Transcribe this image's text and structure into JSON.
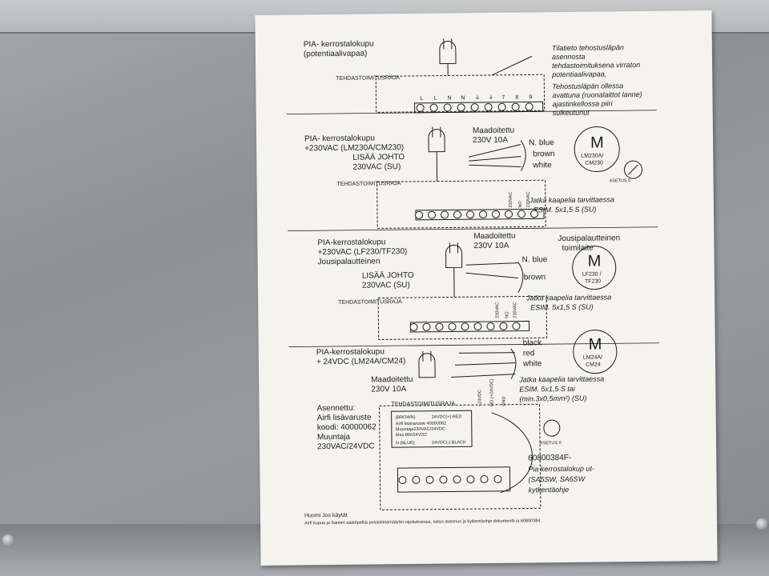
{
  "sections": [
    {
      "title_1": "PIA- kerrostalokupu",
      "title_2": "(potentiaalivapaa)",
      "raja": "TEHDASTOIMITUSRAJA",
      "note_1": "Tilatieto tehostusläpän",
      "note_2": "asennosta",
      "note_3": "tehdastoimituksena virraton",
      "note_4": "potentiaalivapaa,",
      "note_5": "Tehostusläpän ollessa",
      "note_6": "avattuna (ruonalaittot lanne)",
      "note_7": "ajastinkellossa piiri",
      "note_8": "sulkeutunut",
      "terminals": [
        "L",
        "L",
        "N",
        "N",
        "⏚",
        "⏚",
        "7",
        "8",
        "9"
      ]
    },
    {
      "title_1": "PIA- kerrostalokupu",
      "title_2": "+230VAC (LM230A/CM230)",
      "ground_1": "Maadoitettu",
      "ground_2": "230V 10A",
      "extra_1": "LISÄÄ JOHTO",
      "extra_2": "230VAC (SU)",
      "raja": "TEHDASTOIMITUSRAJA",
      "wire_1": "N. blue",
      "wire_2": "brown",
      "wire_3": "white",
      "motor": "M",
      "motor_1": "LM230A/",
      "motor_2": "CM230",
      "asetus": "ASETUS 0",
      "ext_1": "Jatka kaapelia tarvittaessa",
      "ext_2": "ESIM.  5x1,5 S (SU)",
      "lbl_v": "230VAC",
      "lbl_no": "NO",
      "lbl_v2": "230VAC"
    },
    {
      "title_1": "PIA-kerrostalokupu",
      "title_2": "+230VAC (LF230/TF230)",
      "title_3": "Jousipalautteinen",
      "ground_1": "Maadoitettu",
      "ground_2": "230V 10A",
      "extra_1": "LISÄÄ JOHTO",
      "extra_2": "230VAC (SU)",
      "raja": "TEHDASTOIMITUSRAJA",
      "wire_1": "N. blue",
      "wire_2": "brown",
      "motor": "M",
      "motor_1": "LF230 /",
      "motor_2": "TF230",
      "spring_1": "Jousipalautteinen",
      "spring_2": "toimilaite",
      "ext_1": "Jatka kaapelia tarvittaessa",
      "ext_2": "ESIM.  5x1,5 S (SU)",
      "lbl_v": "230VAC",
      "lbl_no": "NO",
      "lbl_v2": "230VAC"
    },
    {
      "title_1": "PIA-kerrostalokupu",
      "title_2": "+ 24VDC (LM24A/CM24)",
      "ground_1": "Maadoitettu",
      "ground_2": "230V 10A",
      "asennettu_1": "Asennettu:",
      "asennettu_2": "Airfi lisävaruste",
      "asennettu_3": "koodi: 40000062",
      "asennettu_4": "Muuntaja",
      "asennettu_5": "230VAC/24VDC",
      "raja": "TEHDASTOIMITUSRAJA",
      "wire_1": "black",
      "wire_2": "red",
      "wire_3": "white",
      "motor": "M",
      "motor_1": "LM24A/",
      "motor_2": "CM24",
      "ext_1": "Jatka kaapelia tarvittaessa",
      "ext_2": "ESIM.  5x1,5 S tai",
      "ext_3": "(min.3x0,5mm²) (SU)",
      "v1": "+24VDC",
      "v2": "NO (+24VDC)",
      "v3": "GND",
      "asetus": "ASETUS 0",
      "code": "60800384F-",
      "desc_1": "Pia kerrostalokup ut-",
      "desc_2": "(SA5SW, SA6SW",
      "desc_3": "kytkentäohje",
      "t_brown": "(BROWN)",
      "t_24": "24VDC(+) RED",
      "t_airfi": "Airfi lisävaruste 40000062",
      "t_muu": "Muuntaja230VAC/24VDC",
      "t_max": "Max 8W/24VDC",
      "t_nblue": "N (BLUE)",
      "t_black": "24VDC(-) BLACK"
    }
  ],
  "footer_1": "Huomi Jos käytät",
  "footer_2": "Airfi kupua ja Santeri säätöpeltiä poistoilmamäärän rajoituksessa, katso asennus ja kytkentäohje dokumentti ia 60800384."
}
